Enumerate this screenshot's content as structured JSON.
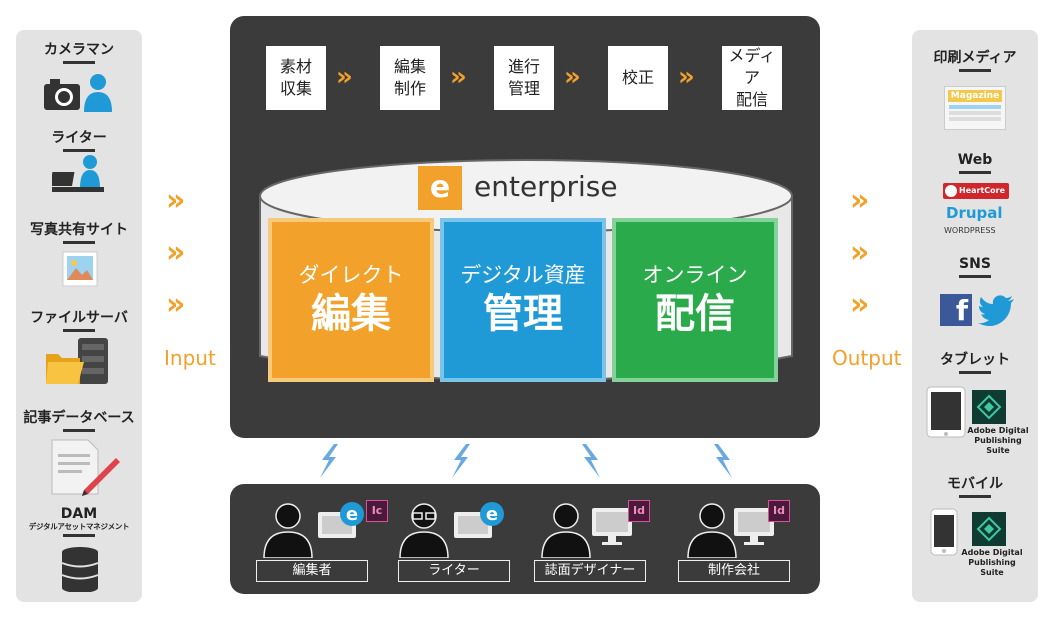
{
  "sources": [
    {
      "label": "カメラマン",
      "icon": "camera-person-icon"
    },
    {
      "label": "ライター",
      "icon": "writer-laptop-icon"
    },
    {
      "label": "写真共有サイト",
      "icon": "photo-icon"
    },
    {
      "label": "ファイルサーバ",
      "icon": "file-server-icon"
    },
    {
      "label": "記事データベース",
      "icon": "document-pencil-icon"
    },
    {
      "label": "DAM",
      "sublabel": "デジタルアセットマネジメント",
      "icon": "database-icon"
    }
  ],
  "input_label": "Input",
  "output_label": "Output",
  "steps": [
    "素材\n収集",
    "編集\n制作",
    "進行\n管理",
    "校正",
    "メディア\n配信"
  ],
  "brand": {
    "logo_letter": "e",
    "name": "enterprise"
  },
  "panels": [
    {
      "line1": "ダイレクト",
      "line2": "編集",
      "color": "#f2a12a"
    },
    {
      "line1": "デジタル資産",
      "line2": "管理",
      "color": "#1f9ad6"
    },
    {
      "line1": "オンライン",
      "line2": "配信",
      "color": "#2aaa4a"
    }
  ],
  "users": [
    {
      "label": "編集者",
      "app": "Ic"
    },
    {
      "label": "ライター",
      "app": ""
    },
    {
      "label": "誌面デザイナー",
      "app": "Id"
    },
    {
      "label": "制作会社",
      "app": "Id"
    }
  ],
  "destinations": {
    "print": {
      "label": "印刷メディア",
      "magazine": "Magazine"
    },
    "web": {
      "label": "Web",
      "heartcore": "HeartCore",
      "drupal": "Drupal",
      "wordpress": "WordPress"
    },
    "sns": {
      "label": "SNS"
    },
    "tablet": {
      "label": "タブレット",
      "suite": "Adobe Digital Publishing Suite"
    },
    "mobile": {
      "label": "モバイル",
      "suite": "Adobe Digital Publishing Suite"
    }
  },
  "colors": {
    "accent": "#f2a12a",
    "dark": "#3b3b3b",
    "side": "#e3e3e3",
    "blue": "#1f9ad6",
    "green": "#2aaa4a"
  }
}
